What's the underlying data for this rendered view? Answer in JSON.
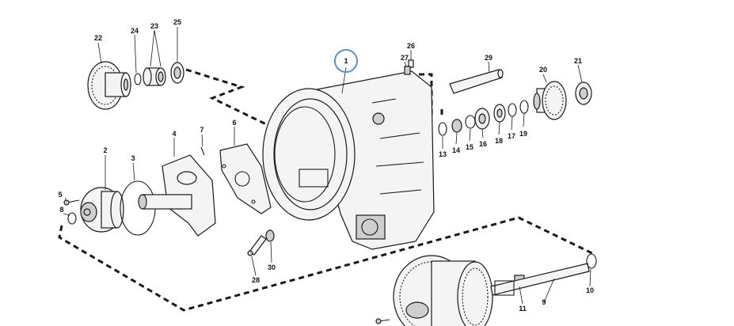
{
  "highlight_color": "#5a8fd0",
  "callouts": {
    "c1": "1",
    "c2": "2",
    "c3": "3",
    "c4": "4",
    "c5": "5",
    "c6": "6",
    "c7": "7",
    "c8": "8",
    "c9": "9",
    "c10": "10",
    "c11": "11",
    "c13": "13",
    "c14": "14",
    "c15": "15",
    "c16": "16",
    "c17": "17",
    "c18": "18",
    "c19": "19",
    "c20": "20",
    "c21": "21",
    "c22": "22",
    "c23": "23",
    "c24": "24",
    "c25": "25",
    "c26": "26",
    "c27": "27",
    "c28": "28",
    "c29": "29",
    "c30": "30"
  }
}
